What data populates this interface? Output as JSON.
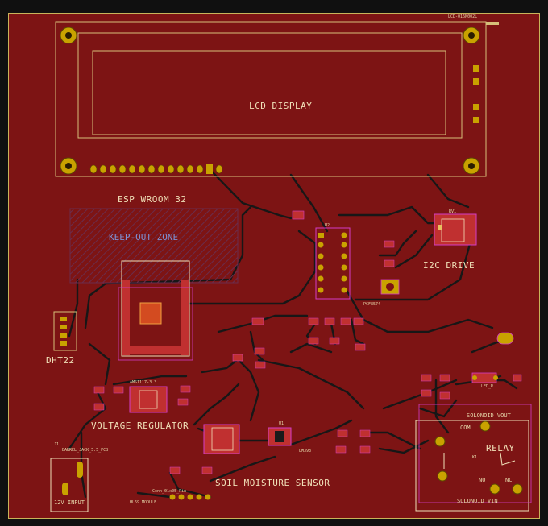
{
  "board": {
    "lcd_part": "LCD-016N002L",
    "lcd_display": "LCD DISPLAY",
    "esp": "ESP WROOM 32",
    "keepout": "KEEP-OUT ZONE",
    "i2c_drive": "I2C DRIVE",
    "i2c_part": "PCF8574",
    "dht22": "DHT22",
    "voltage_regulator": "VOLTAGE REGULATOR",
    "regulator_part": "AMS1117-3.3",
    "soil_moisture": "SOIL MOISTURE SENSOR",
    "lm393": "LM393",
    "relay": "RELAY",
    "com": "COM",
    "no": "NO",
    "nc": "NC",
    "solenoid_vout": "SOLONOID VOUT",
    "solenoid_vin": "SOLONOID VIN",
    "input_12v": "12V INPUT",
    "jack_part": "BARREL_JACK_5.5_PCB",
    "conn_part": "Conn_01x05_Pin",
    "hl69": "HL69 MODULE",
    "led_part": "LED_R",
    "ref_j1": "J1",
    "ref_k1": "K1",
    "ref_u2": "U2",
    "ref_rv1": "RV1",
    "ref_u1": "U1"
  },
  "colors": {
    "board": "#7d1414",
    "copper": "#b52020",
    "trace": "#1a1a1a",
    "pad": "#c9a200",
    "silkscreen": "#f0e0b8",
    "outline": "#d6c07a",
    "courtyard": "#d23cc8",
    "keepout": "#7f8fd0"
  }
}
